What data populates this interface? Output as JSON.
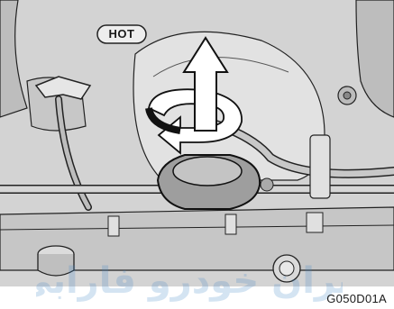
{
  "hot_label": "HOT",
  "figure_code": "G050D01A",
  "watermark_text": "ایران خودرو فارابی",
  "colors": {
    "background": "#ffffff",
    "engine_gray": "#c9c9c9",
    "engine_light": "#dddddd",
    "cap_gray": "#a9a9a9",
    "line": "#111111",
    "watermark": "#3f86c8"
  },
  "icons": {
    "rotation_arrow": "counterclockwise-turn-arrow-icon",
    "lift_arrow": "up-arrow-icon"
  }
}
